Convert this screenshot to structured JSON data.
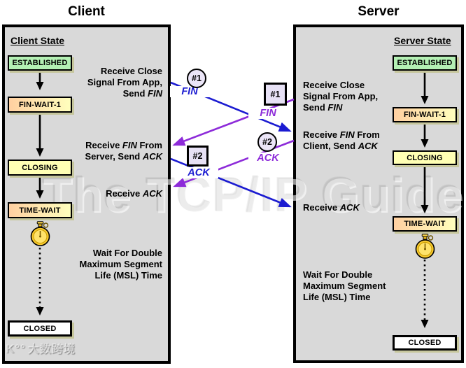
{
  "colors": {
    "client_message_blue": "#1b1bd1",
    "server_message_purple": "#8d2bd9",
    "panel_background": "#d9d9d9",
    "state_established_green": "#b4f0b4",
    "state_wait_gradient_left": "#ffd0a1",
    "state_wait_gradient_right": "#ffffbd",
    "state_closing_yellow": "#ffffb4",
    "state_closed_white": "#ffffff",
    "box_shadow_khaki": "#c6c69c"
  },
  "client": {
    "title": "Client",
    "heading": "Client State",
    "states": [
      "ESTABLISHED",
      "FIN-WAIT-1",
      "CLOSING",
      "TIME-WAIT",
      "CLOSED"
    ],
    "annotations": [
      {
        "lines": [
          "Receive Close",
          "Signal From App,",
          "Send *FIN*"
        ]
      },
      {
        "lines": [
          "Receive *FIN* From",
          "Server, Send *ACK*"
        ]
      },
      {
        "lines": [
          "Receive *ACK*"
        ]
      },
      {
        "lines": [
          "Wait For Double",
          "Maximum Segment",
          "Life (MSL) Time"
        ]
      }
    ]
  },
  "server": {
    "title": "Server",
    "heading": "Server State",
    "states": [
      "ESTABLISHED",
      "FIN-WAIT-1",
      "CLOSING",
      "TIME-WAIT",
      "CLOSED"
    ],
    "annotations": [
      {
        "lines": [
          "Receive Close",
          "Signal From App,",
          "Send *FIN*"
        ]
      },
      {
        "lines": [
          "Receive *FIN* From",
          "Client, Send *ACK*"
        ]
      },
      {
        "lines": [
          "Receive *ACK*"
        ]
      },
      {
        "lines": [
          "Wait For Double",
          "Maximum Segment",
          "Life (MSL) Time"
        ]
      }
    ]
  },
  "messages": [
    {
      "marker": "#1",
      "shape": "circle",
      "label": "FIN",
      "direction": "client-to-server",
      "color": "#1b1bd1"
    },
    {
      "marker": "#1",
      "shape": "square",
      "label": "FIN",
      "direction": "server-to-client",
      "color": "#8d2bd9"
    },
    {
      "marker": "#2",
      "shape": "circle",
      "label": "ACK",
      "direction": "server-to-client",
      "color": "#8d2bd9"
    },
    {
      "marker": "#2",
      "shape": "square",
      "label": "ACK",
      "direction": "client-to-server",
      "color": "#1b1bd1"
    }
  ],
  "watermark": {
    "center": "The TCP/IP Guide",
    "corner_logo": "K°°",
    "corner_text": "大数跨境"
  }
}
